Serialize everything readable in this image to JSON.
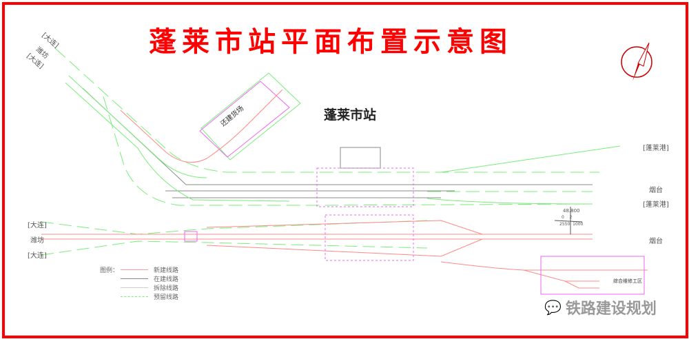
{
  "title": "蓬莱市站平面布置示意图",
  "station_name": "蓬莱市站",
  "area_label": "还建货场",
  "directions": {
    "top_left_1": "[大连]",
    "top_left_2": "潍坊",
    "top_left_3": "[大连]",
    "mid_left_1": "[大连]",
    "mid_left_2": "潍坊",
    "mid_left_3": "[大连]",
    "right_1": "[蓬莱港]",
    "right_2": "烟台",
    "right_3": "[蓬莱港]",
    "right_4": "烟台"
  },
  "mileage": {
    "value": "48.800",
    "grade_top": "0    2",
    "grade_bottom": "2550  1000"
  },
  "depot_label": "综合维修工区",
  "legend": {
    "title": "图例：",
    "items": [
      {
        "label": "新建线路",
        "color": "#f99"
      },
      {
        "label": "在建线路",
        "color": "#888"
      },
      {
        "label": "拆除线路",
        "color": "#ccc"
      },
      {
        "label": "预留线路",
        "color": "#7e7"
      }
    ]
  },
  "watermark": "铁路建设规划",
  "colors": {
    "new": "#ff8080",
    "existing": "#888888",
    "reserved": "#66dd66",
    "frame": "#ff0000",
    "box": "#ee66ee"
  }
}
